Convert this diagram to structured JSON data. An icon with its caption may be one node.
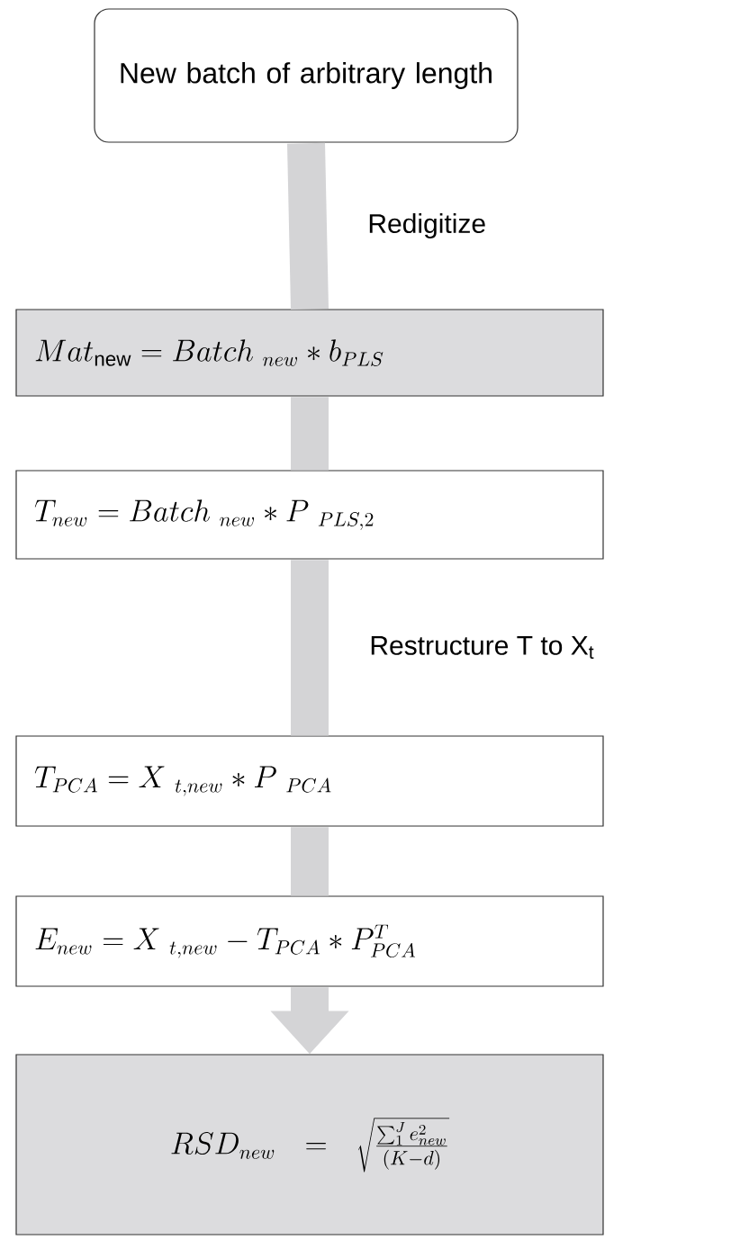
{
  "diagram": {
    "nodes": [
      {
        "text": [
          "New batch of arbitrary length"
        ]
      },
      {
        "text": [
          "Mat_{\\mathrm{new}} = Batch\\;_{new} * b_{PLS}"
        ]
      },
      {
        "text": [
          "T_{new} = Batch\\;_{new} * P\\;_{PLS,2}"
        ]
      },
      {
        "text": [
          "T_{PCA} = X\\;_{t,new} * P\\;_{PCA}"
        ]
      },
      {
        "text": [
          "E_{new} = X\\;_{t,new} - T_{PCA} * P_{PCA}^{T}"
        ]
      },
      {
        "text": [
          "RSD_{new} = \\sqrt{\\frac{\\sum_{1}^{J} e_{new}^{2}}{(K-d)}}"
        ]
      }
    ],
    "edges": [
      {
        "from": 0,
        "to": 1,
        "arrow": "none",
        "label": "Redigitize"
      },
      {
        "from": 1,
        "to": 2,
        "arrow": "none"
      },
      {
        "from": 2,
        "to": 3,
        "arrow": "none",
        "label": "Restructure T to X$_{t}$"
      },
      {
        "from": 3,
        "to": 4,
        "arrow": "none"
      },
      {
        "from": 4,
        "to": 5,
        "arrow": "to"
      }
    ]
  }
}
